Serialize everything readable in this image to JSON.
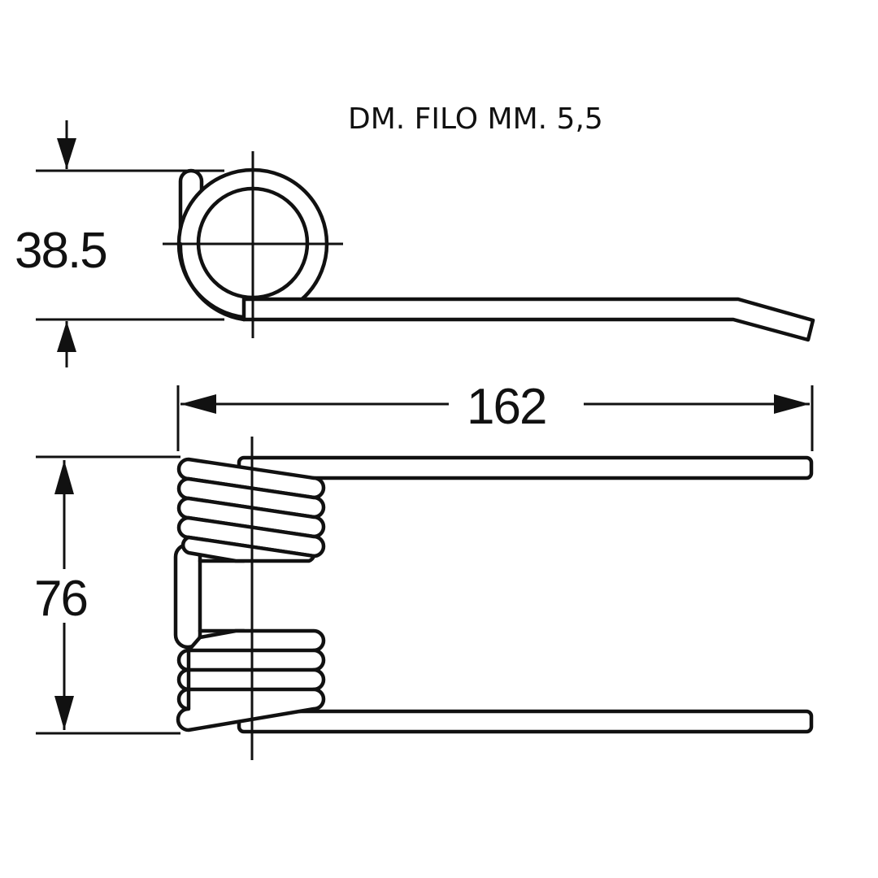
{
  "note": {
    "wire_diameter": "DM. FILO MM. 5,5"
  },
  "dimensions": {
    "coil_height": "38.5",
    "overall_length": "162",
    "overall_width": "76"
  },
  "colors": {
    "line": "#111111",
    "background": "#ffffff"
  }
}
